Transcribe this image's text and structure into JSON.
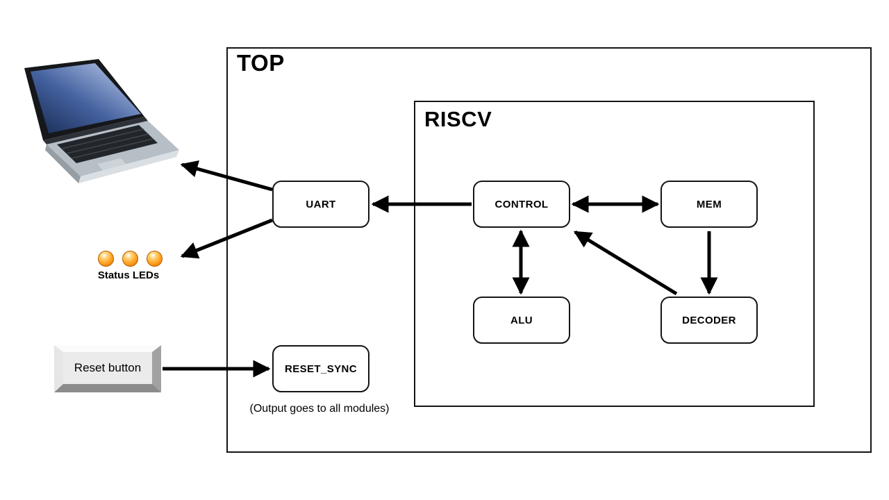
{
  "containers": {
    "top": {
      "label": "TOP"
    },
    "riscv": {
      "label": "RISCV"
    }
  },
  "blocks": {
    "uart": {
      "label": "UART"
    },
    "control": {
      "label": "CONTROL"
    },
    "mem": {
      "label": "MEM"
    },
    "alu": {
      "label": "ALU"
    },
    "decoder": {
      "label": "DECODER"
    },
    "reset_sync": {
      "label": "RESET_SYNC"
    }
  },
  "peripherals": {
    "laptop_icon": "laptop-image",
    "led_icon": "led-icon",
    "status_leds_label": "Status LEDs",
    "reset_button_label": "Reset button",
    "reset_note": "(Output goes to all modules)"
  },
  "connections": [
    {
      "from": "uart",
      "to": "laptop",
      "direction": "one-way"
    },
    {
      "from": "uart",
      "to": "status-leds",
      "direction": "one-way"
    },
    {
      "from": "control",
      "to": "uart",
      "direction": "one-way"
    },
    {
      "from": "control",
      "to": "mem",
      "direction": "two-way"
    },
    {
      "from": "control",
      "to": "alu",
      "direction": "two-way"
    },
    {
      "from": "mem",
      "to": "decoder",
      "direction": "one-way"
    },
    {
      "from": "decoder",
      "to": "control",
      "direction": "one-way"
    },
    {
      "from": "reset-button",
      "to": "reset_sync",
      "direction": "one-way"
    }
  ],
  "colors": {
    "background": "#ffffff",
    "line": "#000000",
    "block_fill": "#ffffff",
    "led_orange": "#ffa426",
    "laptop_screen_dark": "#16294f",
    "laptop_screen_light": "#c3cfe6",
    "laptop_base": "#b6bec6"
  }
}
